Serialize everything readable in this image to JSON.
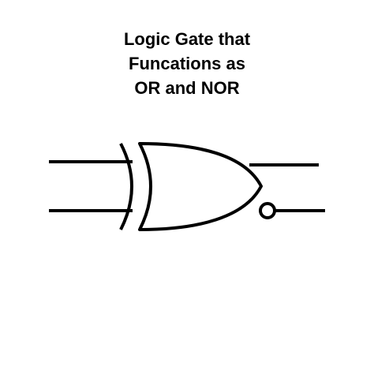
{
  "title_lines": [
    "Logic Gate that",
    "Funcations as",
    "OR and NOR"
  ],
  "colors": {
    "background": "#ffffff",
    "stroke": "#000000"
  },
  "symbol": {
    "gate_icon": "xnor-gate-icon",
    "inputs": 2,
    "outputs": 2,
    "inverted_output": "lower"
  }
}
